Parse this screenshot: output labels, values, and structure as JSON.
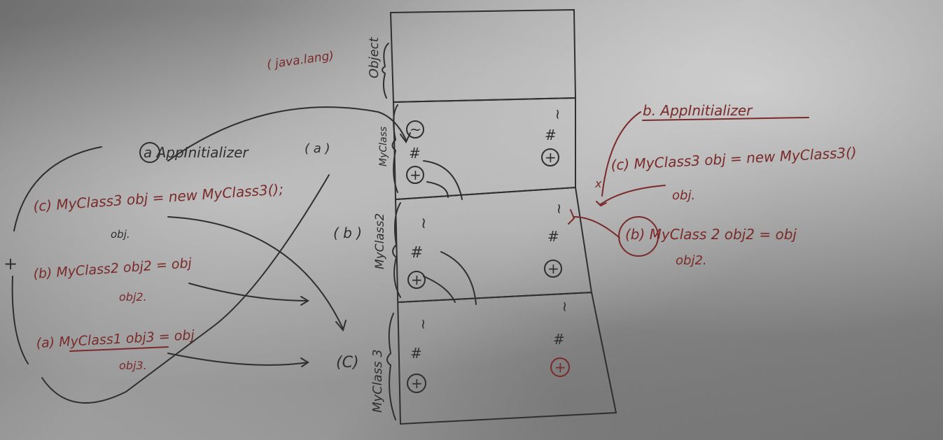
{
  "top_block": {
    "package": "( java.lang)",
    "class": "Object"
  },
  "blocks": [
    {
      "class": "MyClass",
      "left_symbols": [
        "~",
        "#",
        "+"
      ],
      "right_symbols": [
        "~",
        "#",
        "+"
      ]
    },
    {
      "class": "MyClass2",
      "marker": "( b )",
      "left_symbols": [
        "~",
        "#",
        "+"
      ],
      "right_symbols": [
        "~",
        "#",
        "+"
      ]
    },
    {
      "class": "MyClass 3",
      "marker": "(C)",
      "left_symbols": [
        "~",
        "#",
        "+"
      ],
      "right_symbols": [
        "~",
        "#",
        "+"
      ]
    }
  ],
  "left_notes": {
    "heading": "a AppInitializer",
    "heading_suffix": "( a )",
    "line_c": "(c) MyClass3 obj = new MyClass3();",
    "line_c_var": "obj.",
    "line_b": "(b) MyClass2 obj2 = obj",
    "line_b_var": "obj2.",
    "line_a": "(a) MyClass1 obj3 = obj",
    "line_a_var": "obj3.",
    "side_mark": "+"
  },
  "right_notes": {
    "heading": "b. AppInitializer",
    "line_c": "(c) MyClass3 obj = new MyClass3()",
    "line_c_var": "obj.",
    "line_b": "(b) MyClass 2 obj2 = obj",
    "line_b_var": "obj2.",
    "cross_mark": "x"
  }
}
